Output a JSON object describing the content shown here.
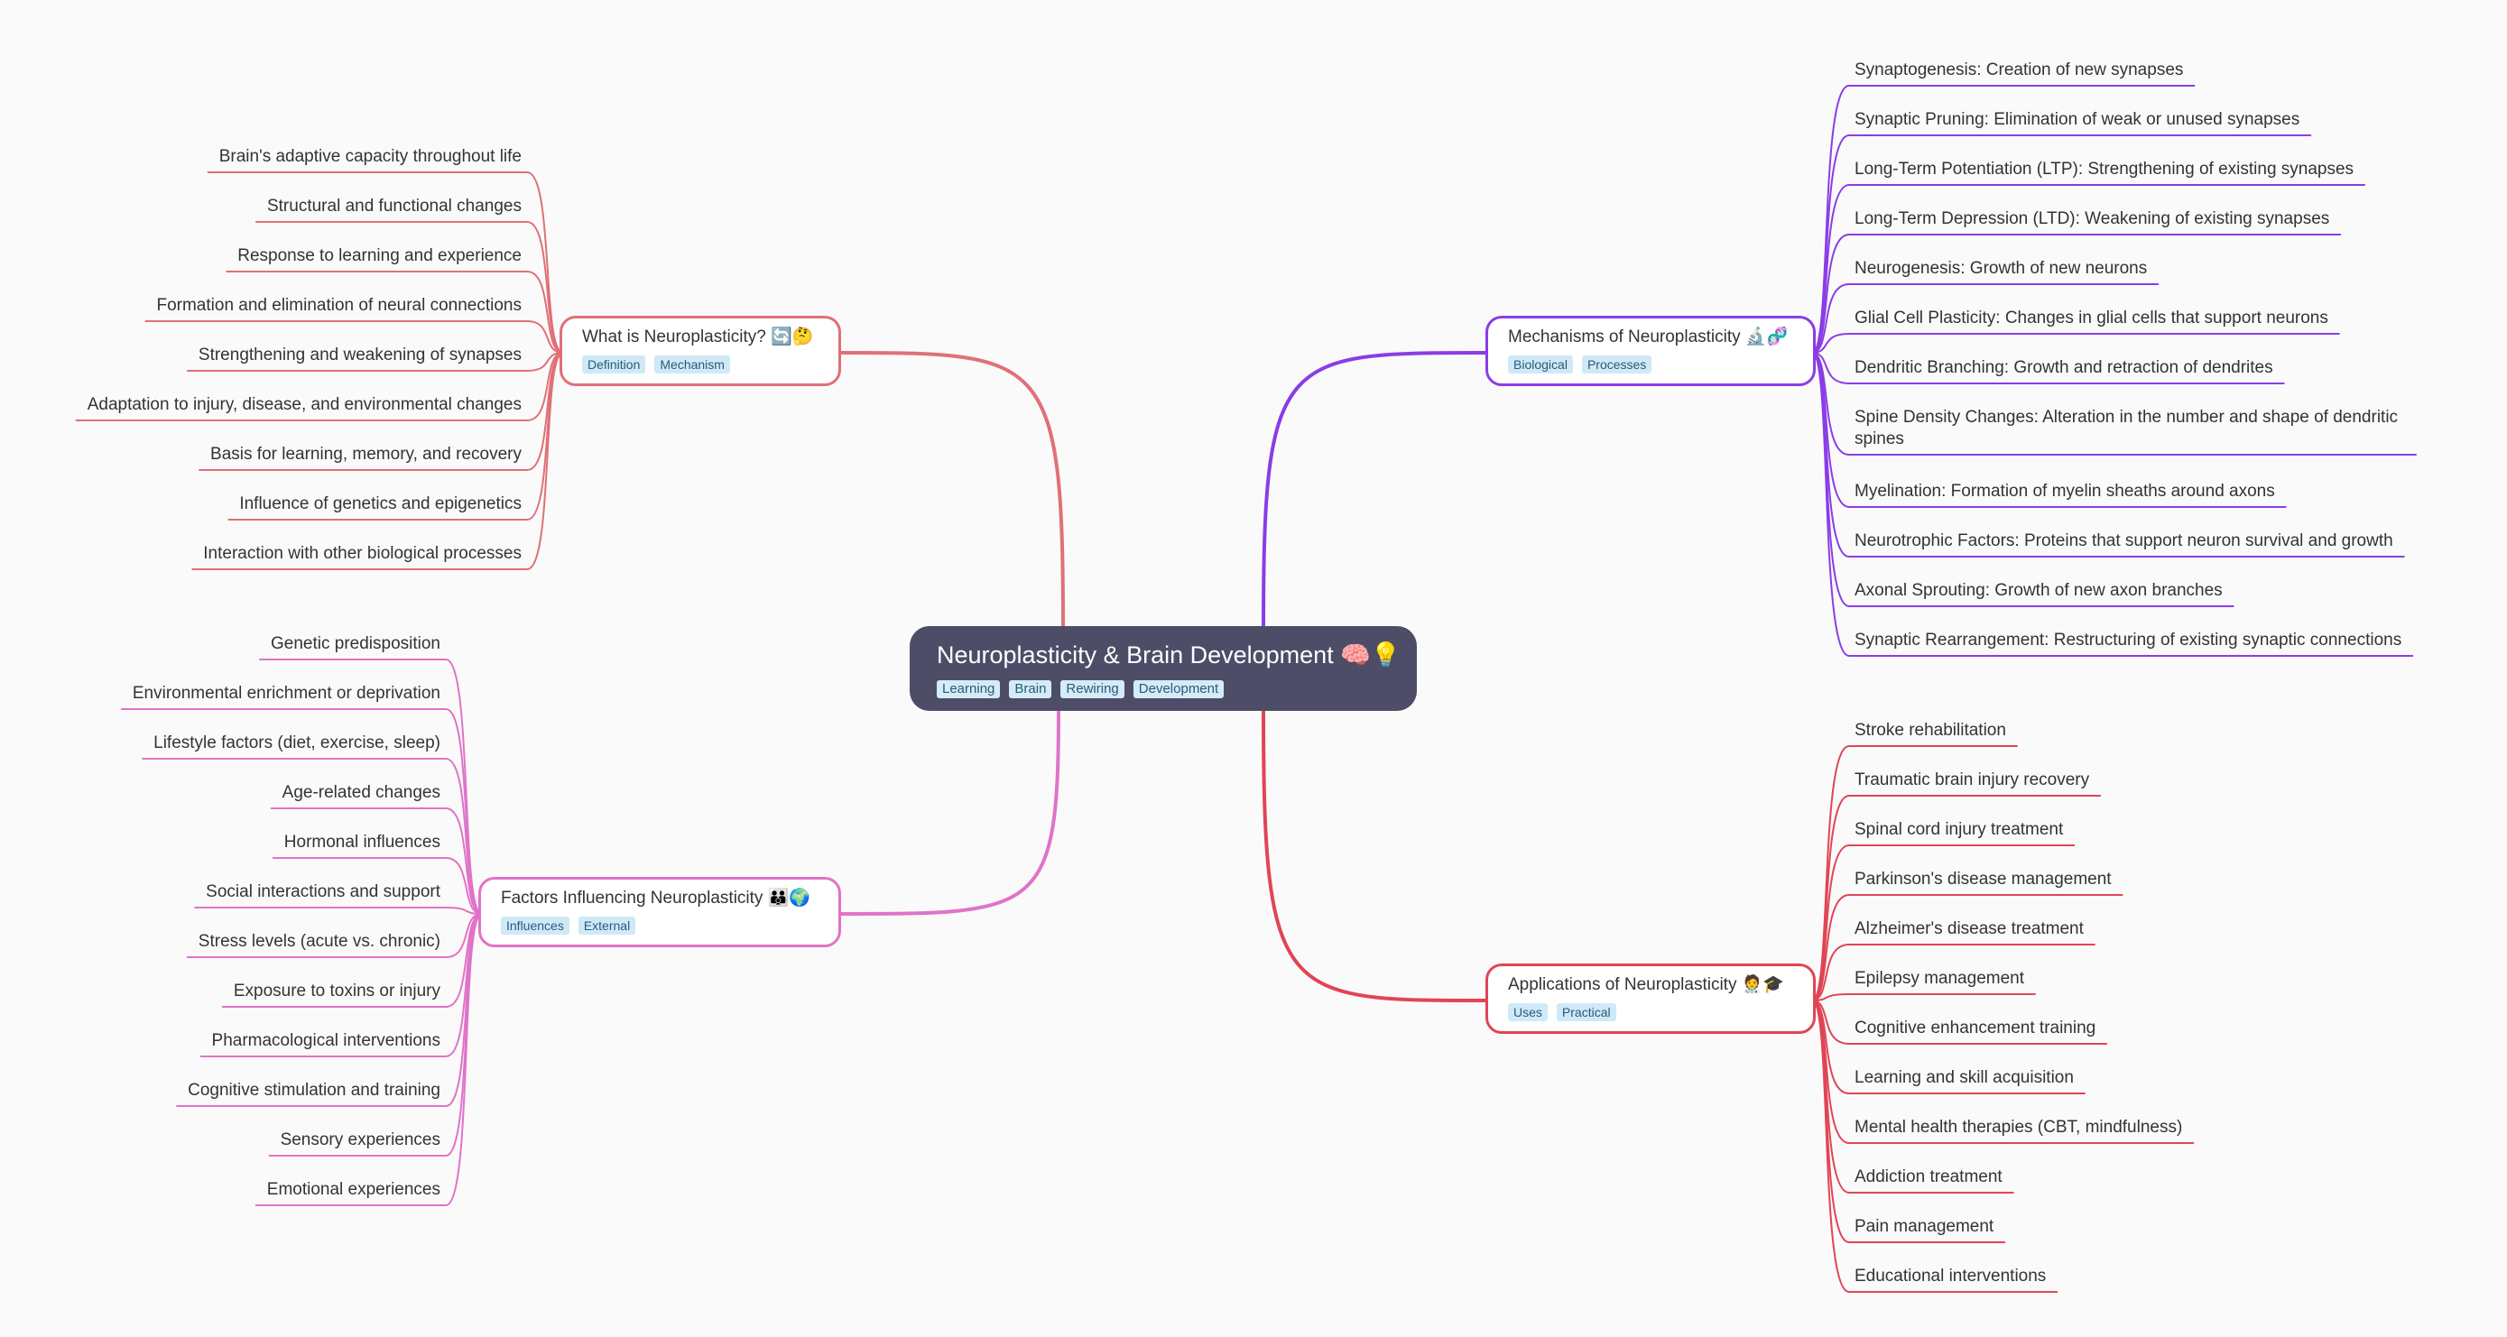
{
  "root": {
    "title": "Neuroplasticity & Brain Development 🧠💡",
    "tags": [
      "Learning",
      "Brain",
      "Rewiring",
      "Development"
    ]
  },
  "branches": {
    "what": {
      "title": "What is Neuroplasticity? 🔄🤔",
      "color": "#e07077",
      "tags": [
        "Definition",
        "Mechanism"
      ],
      "items": [
        "Brain's adaptive capacity throughout life",
        "Structural and functional changes",
        "Response to learning and experience",
        "Formation and elimination of neural connections",
        "Strengthening and weakening of synapses",
        "Adaptation to injury, disease, and environmental changes",
        "Basis for learning, memory, and recovery",
        "Influence of genetics and epigenetics",
        "Interaction with other biological processes"
      ]
    },
    "factors": {
      "title": "Factors Influencing Neuroplasticity 👪🌍",
      "color": "#e073c8",
      "tags": [
        "Influences",
        "External"
      ],
      "items": [
        "Genetic predisposition",
        "Environmental enrichment or deprivation",
        "Lifestyle factors (diet, exercise, sleep)",
        "Age-related changes",
        "Hormonal influences",
        "Social interactions and support",
        "Stress levels (acute vs. chronic)",
        "Exposure to toxins or injury",
        "Pharmacological interventions",
        "Cognitive stimulation and training",
        "Sensory experiences",
        "Emotional experiences"
      ]
    },
    "mechanisms": {
      "title": "Mechanisms of Neuroplasticity 🔬🧬",
      "color": "#8a3de6",
      "tags": [
        "Biological",
        "Processes"
      ],
      "items": [
        "Synaptogenesis: Creation of new synapses",
        "Synaptic Pruning: Elimination of weak or unused synapses",
        "Long-Term Potentiation (LTP): Strengthening of existing synapses",
        "Long-Term Depression (LTD): Weakening of existing synapses",
        "Neurogenesis: Growth of new neurons",
        "Glial Cell Plasticity: Changes in glial cells that support neurons",
        "Dendritic Branching: Growth and retraction of dendrites",
        "Spine Density Changes: Alteration in the number and shape of dendritic spines",
        "Myelination: Formation of myelin sheaths around axons",
        "Neurotrophic Factors: Proteins that support neuron survival and growth",
        "Axonal Sprouting: Growth of new axon branches",
        "Synaptic Rearrangement: Restructuring of existing synaptic connections"
      ]
    },
    "applications": {
      "title": "Applications of Neuroplasticity 🧑‍⚕️🎓",
      "color": "#e04555",
      "tags": [
        "Uses",
        "Practical"
      ],
      "items": [
        "Stroke rehabilitation",
        "Traumatic brain injury recovery",
        "Spinal cord injury treatment",
        "Parkinson's disease management",
        "Alzheimer's disease treatment",
        "Epilepsy management",
        "Cognitive enhancement training",
        "Learning and skill acquisition",
        "Mental health therapies (CBT, mindfulness)",
        "Addiction treatment",
        "Pain management",
        "Educational interventions"
      ]
    }
  }
}
